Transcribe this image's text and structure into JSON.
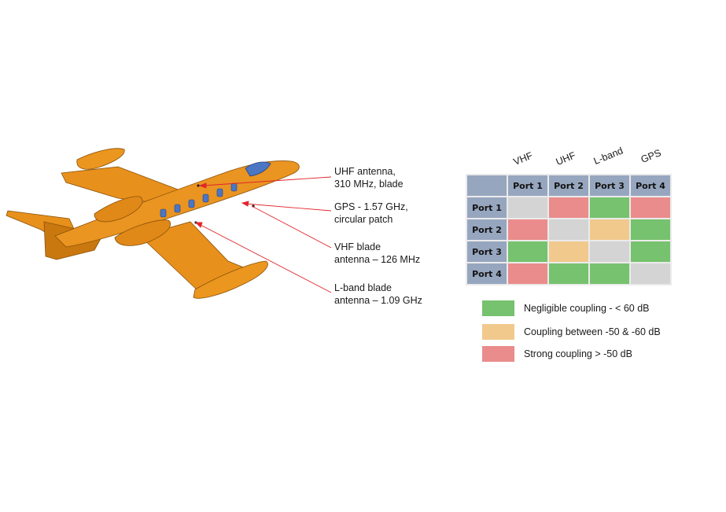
{
  "colors": {
    "negligible": "#76c26e",
    "medium": "#f1c98d",
    "strong": "#ea8c8c",
    "diagonal": "#d4d4d4",
    "header": "#97a6bf",
    "aircraft": "#e8901c",
    "window": "#4a76c4",
    "leader": "#e0262b"
  },
  "callouts": [
    {
      "text": "UHF antenna,\n310 MHz, blade"
    },
    {
      "text": "GPS - 1.57 GHz,\ncircular patch"
    },
    {
      "text": "VHF blade\nantenna – 126 MHz"
    },
    {
      "text": "L-band blade\nantenna – 1.09 GHz"
    }
  ],
  "matrix": {
    "column_bands": [
      "VHF",
      "UHF",
      "L-band",
      "GPS"
    ],
    "column_headers": [
      "Port 1",
      "Port 2",
      "Port 3",
      "Port 4"
    ],
    "row_headers": [
      "Port 1",
      "Port 2",
      "Port 3",
      "Port 4"
    ],
    "cells": [
      [
        "diagonal",
        "strong",
        "negligible",
        "strong"
      ],
      [
        "strong",
        "diagonal",
        "medium",
        "negligible"
      ],
      [
        "negligible",
        "medium",
        "diagonal",
        "negligible"
      ],
      [
        "strong",
        "negligible",
        "negligible",
        "diagonal"
      ]
    ]
  },
  "legend": [
    {
      "key": "negligible",
      "label": "Negligible coupling - < 60 dB"
    },
    {
      "key": "medium",
      "label": "Coupling between -50 & -60 dB"
    },
    {
      "key": "strong",
      "label": "Strong coupling > -50 dB"
    }
  ]
}
